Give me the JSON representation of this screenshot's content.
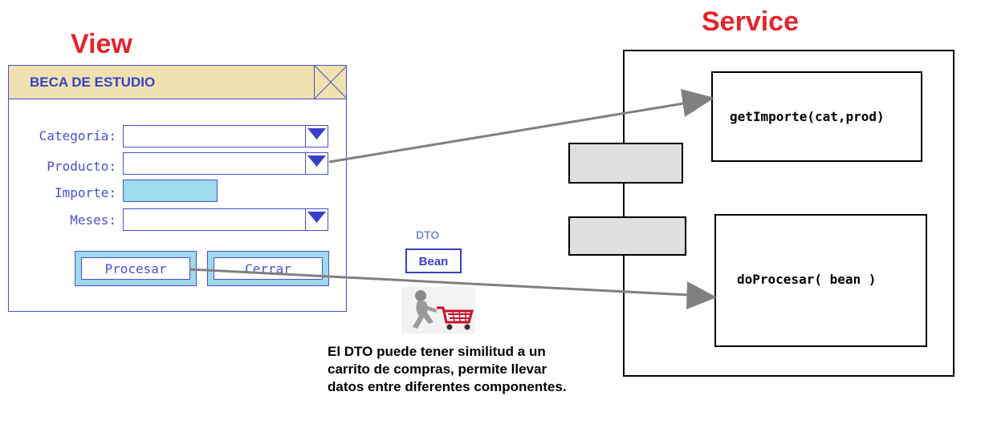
{
  "headings": {
    "view": "View",
    "service": "Service"
  },
  "form": {
    "title": "BECA DE ESTUDIO",
    "fields": {
      "categoria": "Categoría:",
      "producto": "Producto:",
      "importe": "Importe:",
      "meses": "Meses:"
    },
    "buttons": {
      "procesar": "Procesar",
      "cerrar": "Cerrar"
    }
  },
  "dto": {
    "label": "DTO",
    "bean": "Bean",
    "note": "El DTO puede tener similitud a un carrito de compras, permite llevar datos entre diferentes componentes."
  },
  "service": {
    "method1": "getImporte(cat,prod)",
    "method2": "doProcesar( bean )"
  },
  "colors": {
    "heading": "#e3262b",
    "form_border": "#4a4fd0",
    "titlebar": "#efe2b0",
    "field_fill": "#9ed9ec",
    "arrow": "#808080",
    "port_fill": "#e0e0e0"
  }
}
